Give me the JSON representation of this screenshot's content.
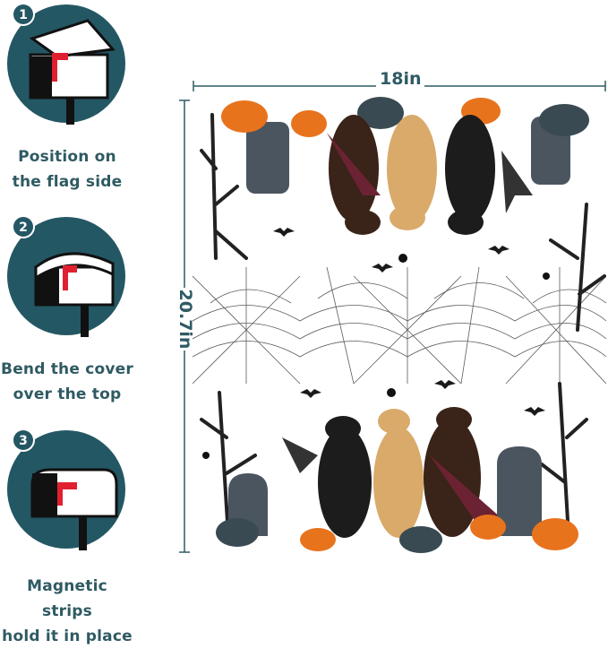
{
  "colors": {
    "teal": "#245764",
    "label_teal": "#2f5a63",
    "mailbox_red": "#e02030",
    "pumpkin": "#e8731d",
    "dark_pumpkin": "#3a4a52"
  },
  "steps": [
    {
      "number": "1",
      "line1": "Position on",
      "line2": "the flag side"
    },
    {
      "number": "2",
      "line1": "Bend the cover",
      "line2": "over the top"
    },
    {
      "number": "3",
      "line1": "Magnetic strips",
      "line2": "hold it in place"
    }
  ],
  "dimensions": {
    "width": "18in",
    "height": "20.7in"
  },
  "icons": {
    "step1": "mailbox-cover-open-icon",
    "step2": "mailbox-cover-bending-icon",
    "step3": "mailbox-closed-icon"
  }
}
